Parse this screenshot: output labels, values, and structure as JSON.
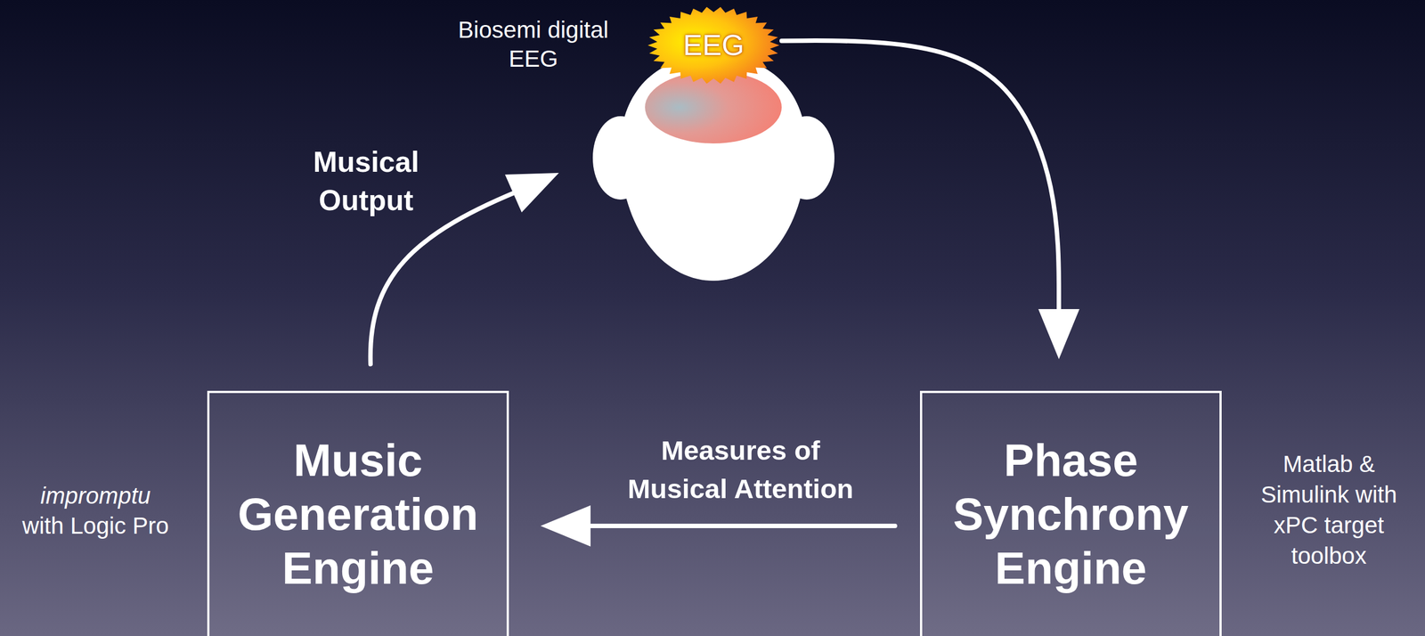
{
  "diagram": {
    "nodes": [
      {
        "text": [
          "EEG"
        ]
      },
      {
        "text": [
          "Music Generation Engine"
        ]
      },
      {
        "text": [
          "Phase Synchrony Engine"
        ]
      }
    ],
    "edges": [
      {
        "from": 0,
        "to": 2,
        "arrow": "to"
      },
      {
        "from": 2,
        "to": 1,
        "label": "Measures of Musical Attention",
        "arrow": "to"
      }
    ],
    "labels": [
      "Biosemi digital EEG",
      "Musical Output",
      "impromptu",
      "with Logic Pro",
      "Matlab & Simulink with xPC target toolbox"
    ]
  }
}
